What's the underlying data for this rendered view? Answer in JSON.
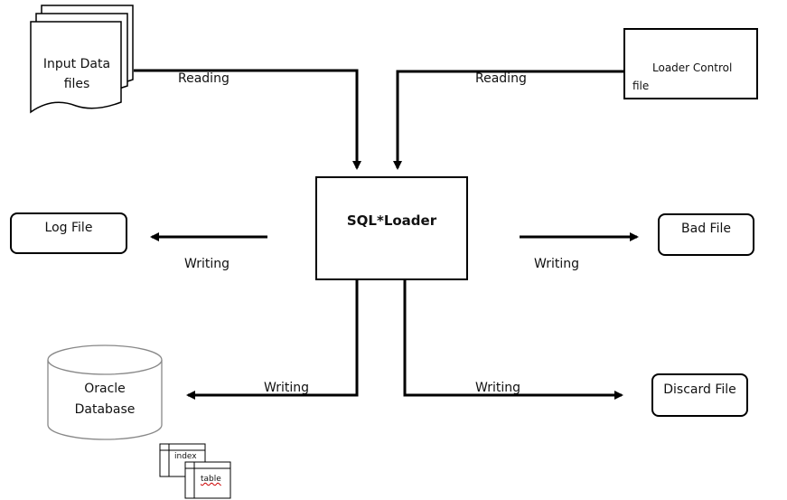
{
  "nodes": {
    "input_data": "Input Data\nfiles",
    "control_file_line1": "Loader Control",
    "control_file_line2": "file",
    "sql_loader": "SQL*Loader",
    "log_file": "Log File",
    "bad_file": "Bad File",
    "oracle_db": "Oracle\nDatabase",
    "discard_file": "Discard File",
    "index": "index",
    "table": "table"
  },
  "edges": {
    "reading_left": "Reading",
    "reading_right": "Reading",
    "writing_log": "Writing",
    "writing_bad": "Writing",
    "writing_db": "Writing",
    "writing_discard": "Writing"
  }
}
